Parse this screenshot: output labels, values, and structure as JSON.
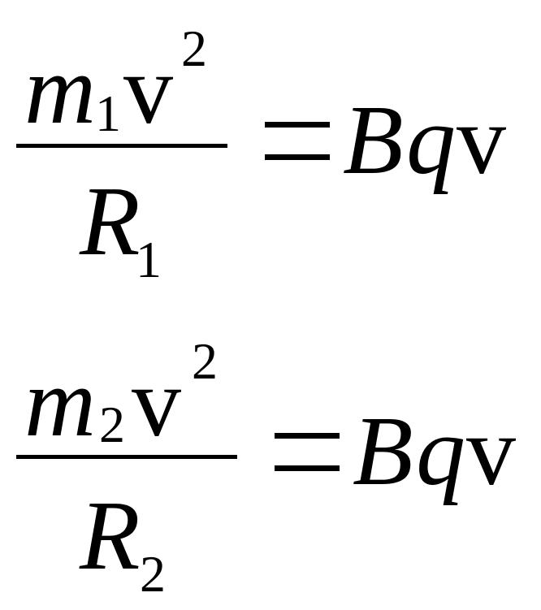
{
  "equations": [
    {
      "numerator": {
        "mass": "m",
        "mass_subscript": "1",
        "velocity": "v",
        "velocity_exponent": "2"
      },
      "denominator": {
        "radius": "R",
        "radius_subscript": "1"
      },
      "rhs": {
        "field": "B",
        "charge": "q",
        "velocity": "v"
      }
    },
    {
      "numerator": {
        "mass": "m",
        "mass_subscript": "2",
        "velocity": "v",
        "velocity_exponent": "2"
      },
      "denominator": {
        "radius": "R",
        "radius_subscript": "2"
      },
      "rhs": {
        "field": "B",
        "charge": "q",
        "velocity": "v"
      }
    }
  ]
}
